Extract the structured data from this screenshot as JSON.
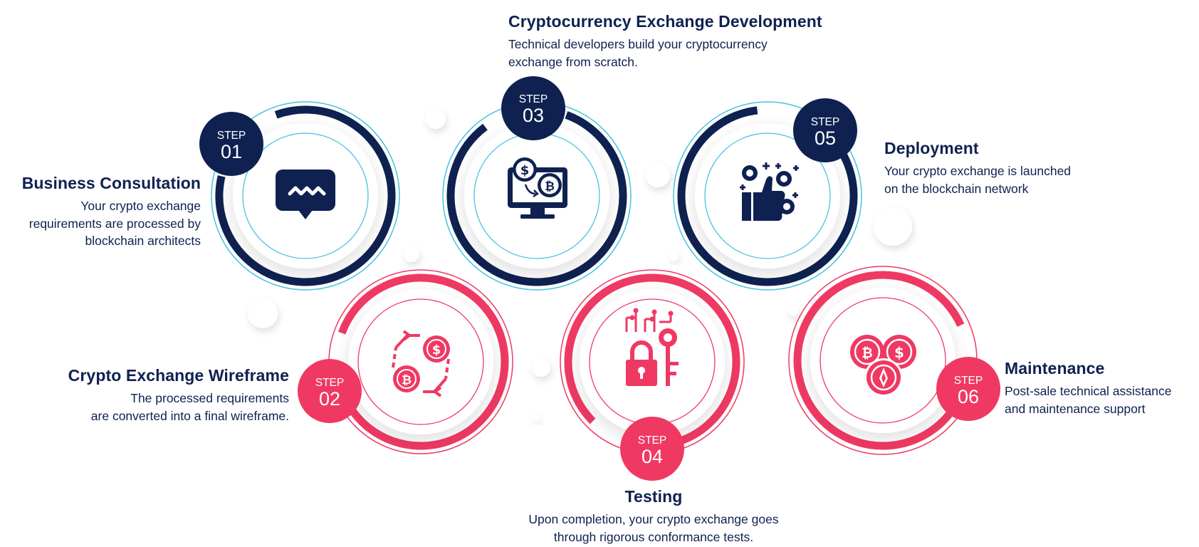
{
  "colors": {
    "navy": "#0e2150",
    "pink": "#ef3963",
    "cyan": "#45c4e0",
    "pink_light": "#f487a4"
  },
  "steps": [
    {
      "step_label": "STEP",
      "number": "01",
      "title": "Business Consultation",
      "description": "Your crypto exchange\nrequirements are processed by\nblockchain architects",
      "icon": "chat-bubble-icon",
      "theme": "navy"
    },
    {
      "step_label": "STEP",
      "number": "02",
      "title": "Crypto Exchange Wireframe",
      "description": "The processed requirements\nare converted into a final wireframe.",
      "icon": "currency-exchange-icon",
      "theme": "pink"
    },
    {
      "step_label": "STEP",
      "number": "03",
      "title": "Cryptocurrency Exchange Development",
      "description": "Technical developers build your cryptocurrency\nexchange from scratch.",
      "icon": "monitor-coins-icon",
      "theme": "navy"
    },
    {
      "step_label": "STEP",
      "number": "04",
      "title": "Testing",
      "description": "Upon completion, your crypto exchange goes\nthrough rigorous conformance tests.",
      "icon": "lock-key-circuit-icon",
      "theme": "pink"
    },
    {
      "step_label": "STEP",
      "number": "05",
      "title": "Deployment",
      "description": "Your crypto exchange is launched\non the blockchain network",
      "icon": "thumbs-up-coins-icon",
      "theme": "navy"
    },
    {
      "step_label": "STEP",
      "number": "06",
      "title": "Maintenance",
      "description": "Post-sale technical assistance\nand maintenance support",
      "icon": "three-coins-icon",
      "theme": "pink"
    }
  ]
}
